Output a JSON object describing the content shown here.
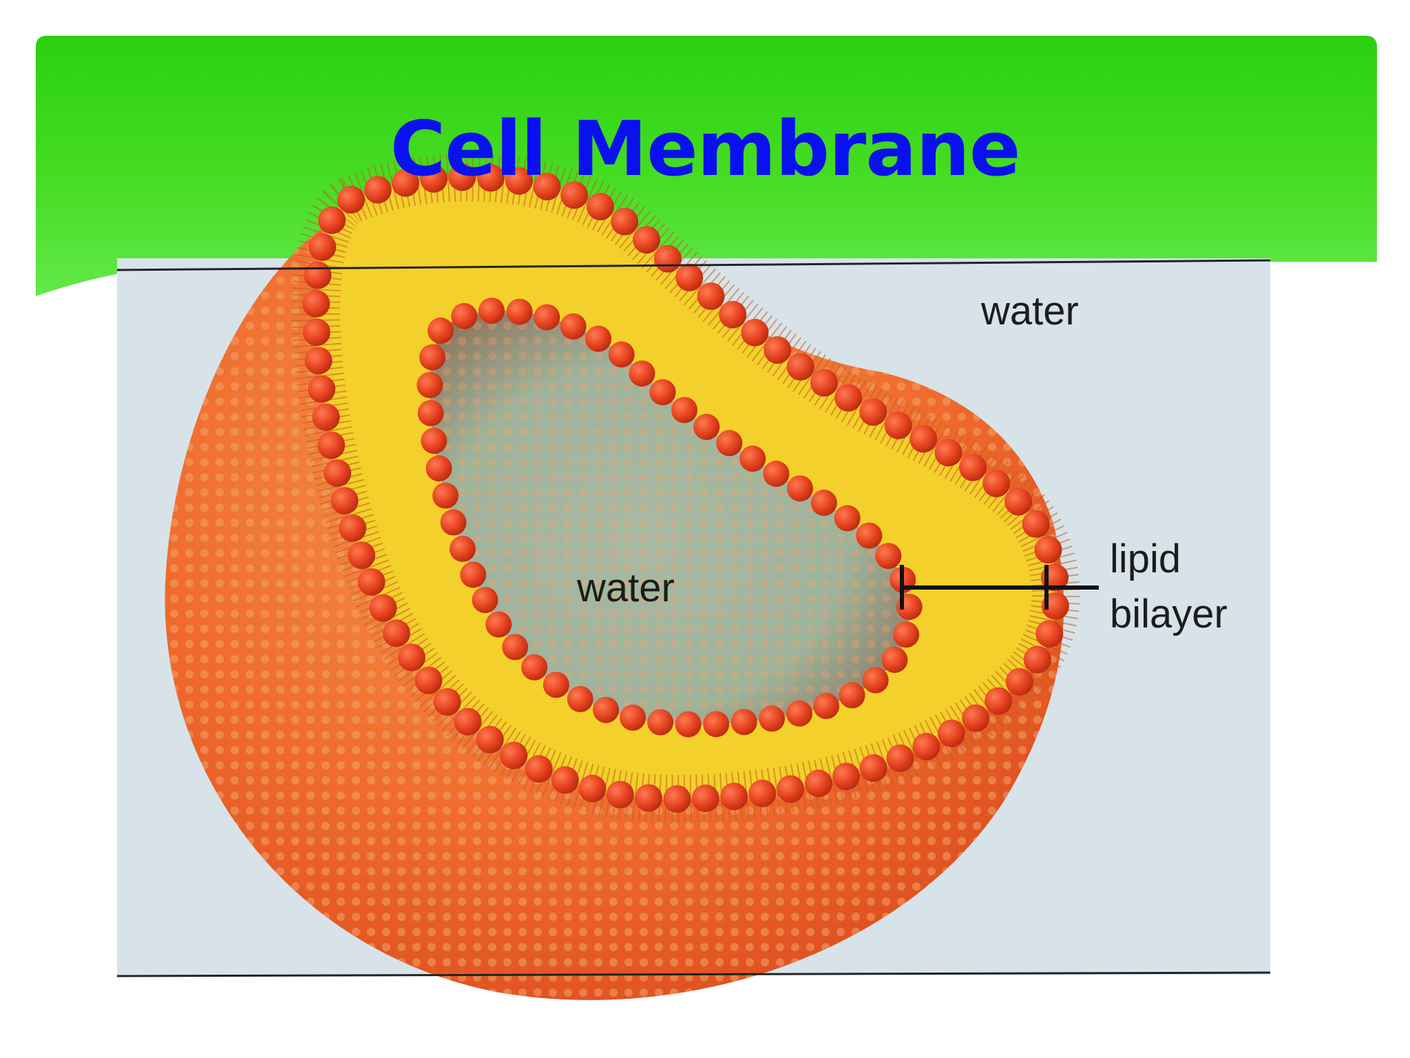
{
  "slide": {
    "title": "Cell Membrane",
    "header_color": "#2bd010",
    "title_color": "#0a10f0"
  },
  "diagram": {
    "labels": {
      "water_outer": "water",
      "water_inner": "water",
      "lipid": "lipid",
      "bilayer": "bilayer"
    },
    "colors": {
      "background_water": "#d7e3e9",
      "phosphate_heads": "#e0401c",
      "lipid_tails": "#f3d02b",
      "vesicle_surface": "#f06a2a",
      "interior_water": "#9fb39a"
    }
  }
}
